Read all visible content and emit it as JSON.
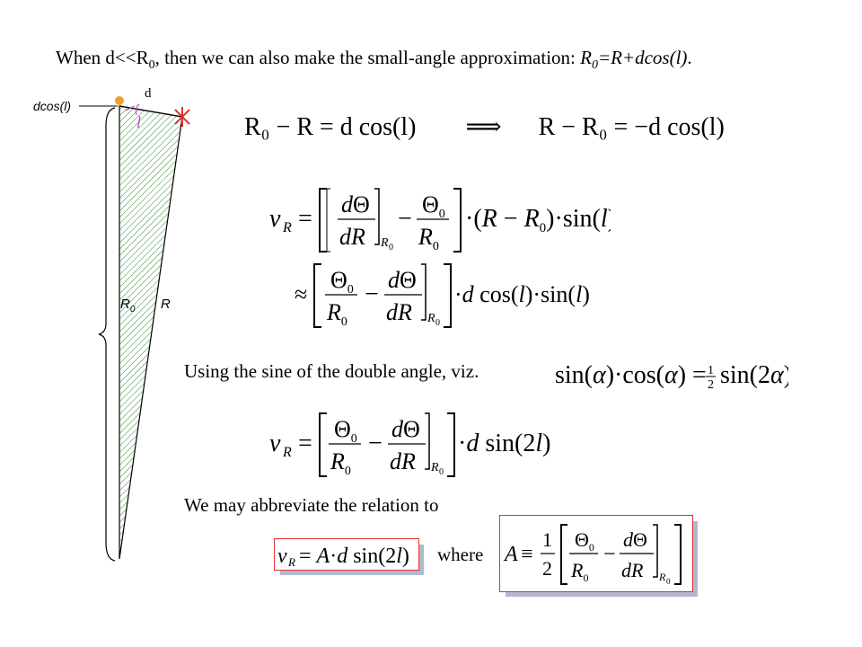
{
  "title": {
    "prefix": "When d<<R",
    "sub0": "0",
    "middle": ", then we can also make the small-angle approximation: ",
    "r0_main": "R",
    "r0_sub": "0",
    "rel": "=R+dcos(l)",
    "end": "."
  },
  "diagram": {
    "label_d": "d",
    "label_dcos": "dcos(l)",
    "label_l": "l",
    "label_R0_main": "R",
    "label_R0_sub": "0",
    "label_R": "R",
    "colors": {
      "hatch": "#2e8b2e",
      "sun": "#f0a030",
      "star": "#e03030",
      "angle": "#c050c0"
    }
  },
  "equations": {
    "eq1_left": "R₀ − R = d cos(l)",
    "eq1_arrow": "⟹",
    "eq1_right": "R − R₀ = −d cos(l)"
  },
  "text": {
    "double_angle": "Using the sine of the double angle, viz.",
    "abbreviate": "We may abbreviate the relation to",
    "where": "where"
  },
  "box_colors": {
    "border": "#e03030",
    "shadow": "#b0b8d0"
  }
}
